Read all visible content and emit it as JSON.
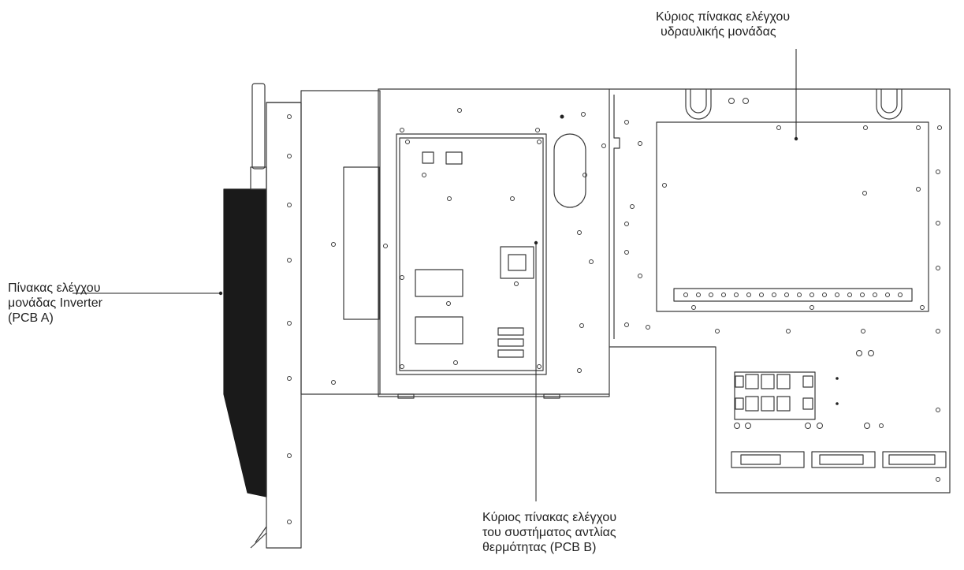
{
  "labels": {
    "hydraulic_board": {
      "line1": "Κύριος πίνακας ελέγχου",
      "line2": "υδραυλικής μονάδας"
    },
    "inverter_board": {
      "line1": "Πίνακας ελέγχου",
      "line2": "μονάδας Inverter",
      "line3": "(PCB A)"
    },
    "heat_pump_board": {
      "line1": "Κύριος πίνακας ελέγχου",
      "line2": "του συστήματος αντλίας",
      "line3": "θερμότητας (PCB B)"
    }
  },
  "colors": {
    "line": "#3a3a3a",
    "fill_dark": "#1a1a1a",
    "text": "#222222"
  }
}
